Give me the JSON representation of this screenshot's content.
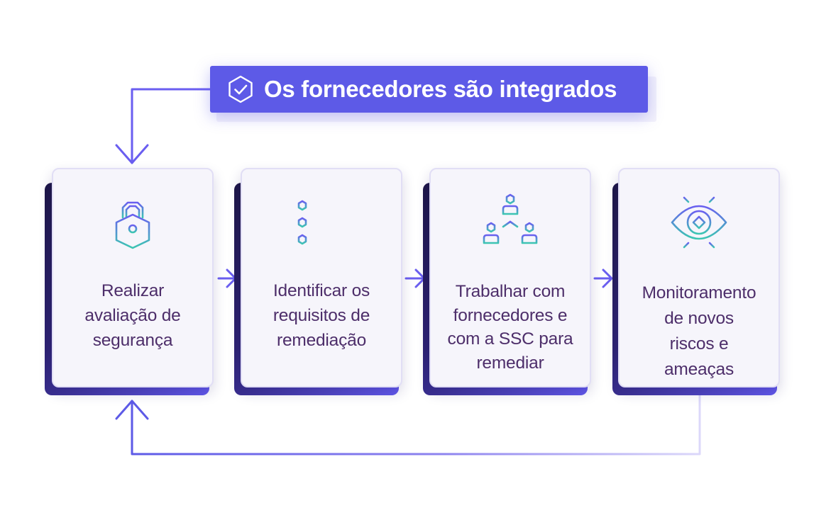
{
  "banner": {
    "title": "Os fornecedores são integrados",
    "icon": "hexagon-check-icon"
  },
  "steps": [
    {
      "label": "Realizar\navaliação de\nsegurança",
      "icon": "padlock-icon"
    },
    {
      "label": "Identificar os\nrequisitos de\nremediação",
      "icon": "checklist-icon"
    },
    {
      "label": "Trabalhar com\nfornecedores e\ncom a SSC para\nremediar",
      "icon": "network-people-icon"
    },
    {
      "label": "Monitoramento\nde novos\nriscos e\nameaças",
      "icon": "eye-icon"
    }
  ],
  "colors": {
    "accent": "#5d5ae7",
    "text": "#4d2e6a",
    "icon_gradient_top": "#6a5ef0",
    "icon_gradient_bottom": "#3cc6b2"
  }
}
